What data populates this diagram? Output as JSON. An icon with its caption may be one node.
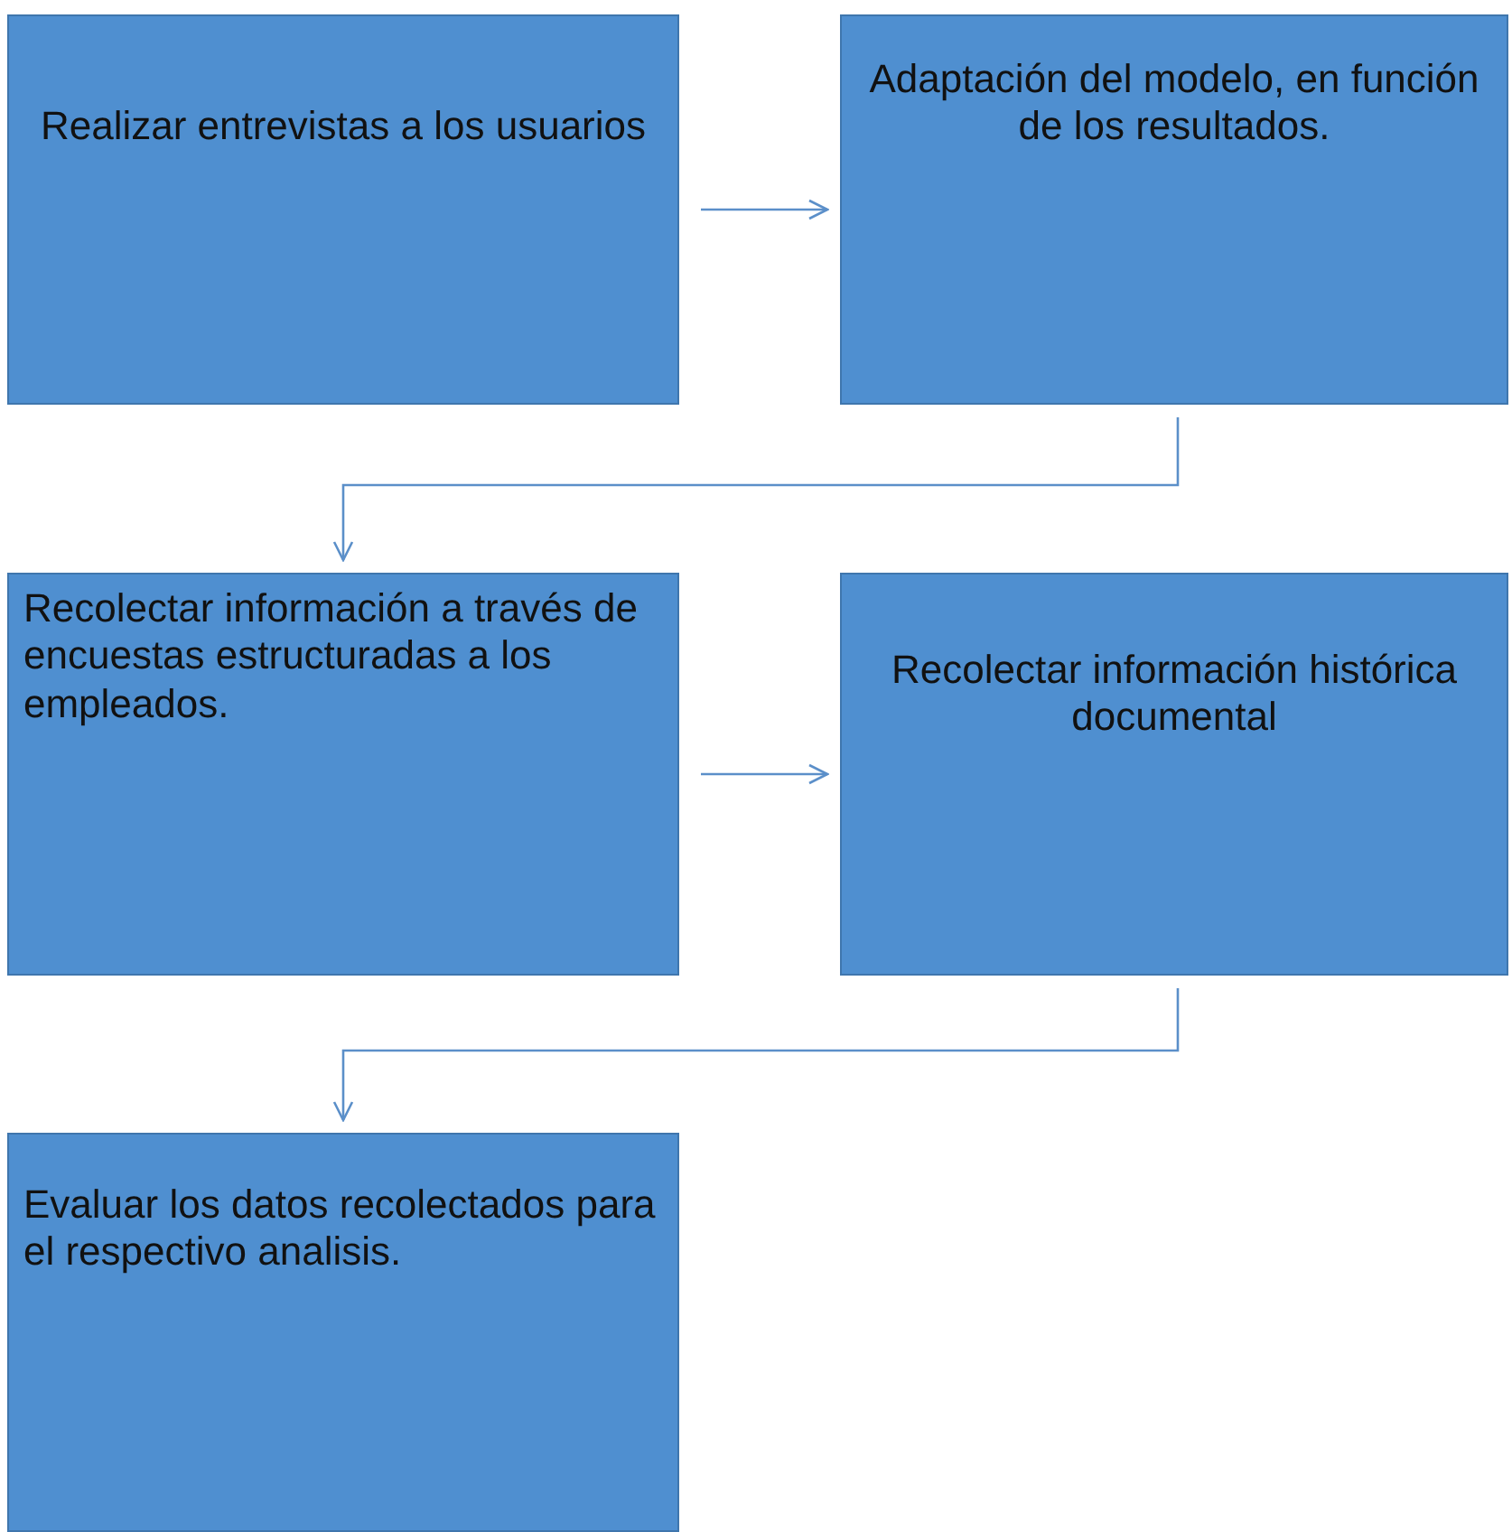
{
  "diagram": {
    "nodes": [
      {
        "text": [
          "Realizar entrevistas a los usuarios"
        ]
      },
      {
        "text": [
          "Adaptación del modelo, en función de los resultados."
        ]
      },
      {
        "text": [
          "Recolectar información a través de encuestas estructuradas a los empleados."
        ]
      },
      {
        "text": [
          "Recolectar información histórica documental"
        ]
      },
      {
        "text": [
          "Evaluar los datos recolectados para el respectivo analisis."
        ]
      }
    ],
    "edges": [
      {
        "from": 0,
        "to": 1,
        "arrow": "to"
      },
      {
        "from": 1,
        "to": 2,
        "arrow": "to"
      },
      {
        "from": 2,
        "to": 3,
        "arrow": "to"
      },
      {
        "from": 3,
        "to": 4,
        "arrow": "to"
      }
    ]
  }
}
